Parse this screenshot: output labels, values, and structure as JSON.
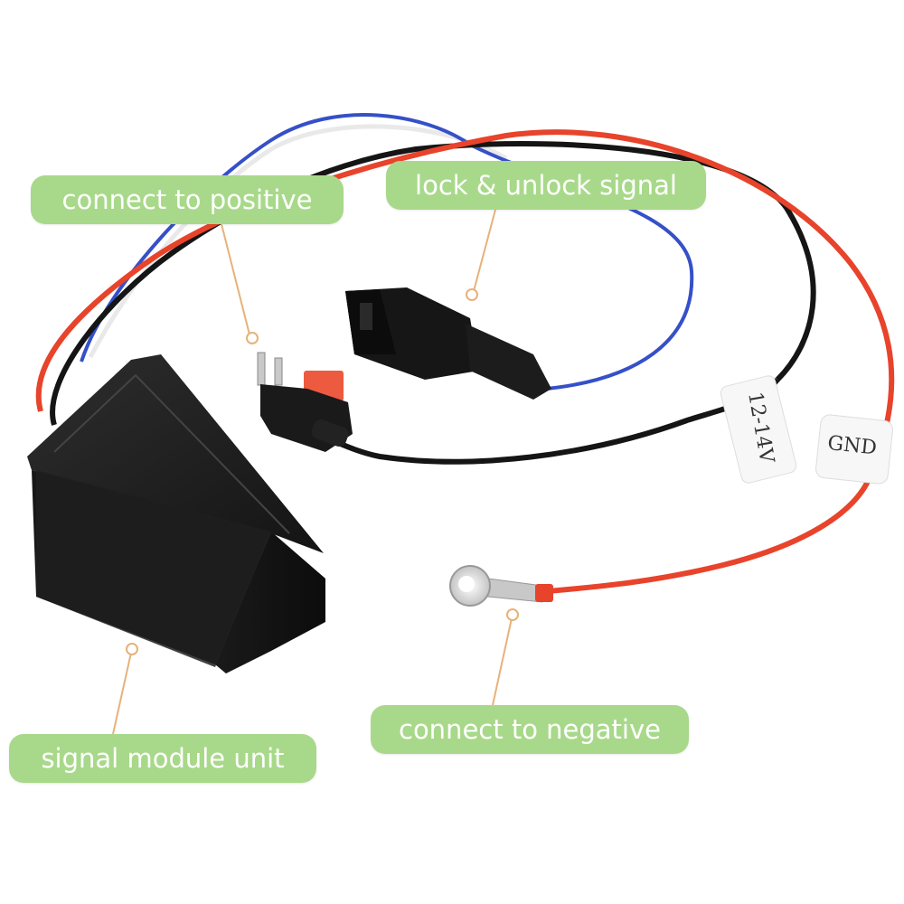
{
  "callouts": {
    "positive": "connect to positive",
    "lock": "lock & unlock signal",
    "negative": "connect to negative",
    "module": "signal module unit"
  },
  "wire_tags": {
    "voltage": "12-14V",
    "ground": "GND"
  },
  "colors": {
    "label_bg": "#a8d98a",
    "label_text": "#ffffff",
    "leader_line": "#e6b27a",
    "wire_red": "#e8432b",
    "wire_black": "#151515",
    "wire_blue": "#3550c8",
    "wire_white": "#f2f2f2",
    "module_body": "#1c1c1c"
  }
}
